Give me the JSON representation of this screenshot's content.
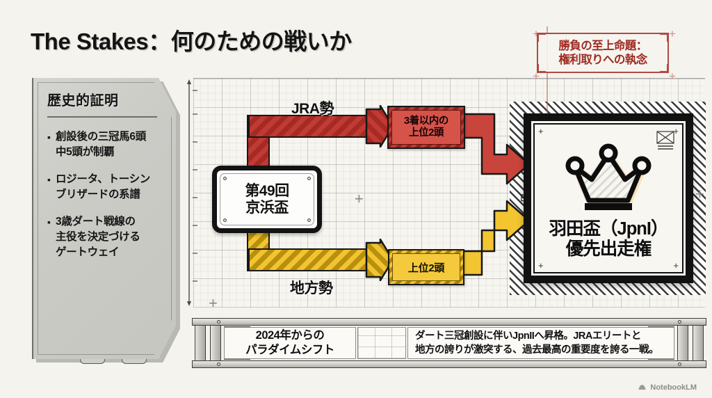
{
  "slide": {
    "title": "The Stakes：何のための戦いか",
    "background_color": "#f4f3ee"
  },
  "sidebar": {
    "heading": "歴史的証明",
    "bullet_mark": "▪",
    "bullets": [
      "創設後の三冠馬6頭\n中5頭が制覇",
      "ロジータ、トーシン\nブリザードの系譜",
      "3歳ダート戦線の\n主役を決定づける\nゲートウェイ"
    ]
  },
  "callout": {
    "line1": "勝負の至上命題：",
    "line2": "権利取りへの執念",
    "color": "#9e2b22",
    "border_color": "#b04a44"
  },
  "flow": {
    "source": {
      "line1": "第49回",
      "line2": "京浜盃"
    },
    "branches": [
      {
        "id": "jra",
        "label": "JRA勢",
        "accent": "#c13a33",
        "chip_line1": "3着以内の",
        "chip_line2": "上位2頭"
      },
      {
        "id": "chihou",
        "label": "地方勢",
        "accent": "#f2c430",
        "chip_line1": "上位2頭",
        "chip_line2": ""
      }
    ],
    "target": {
      "icon": "crown-icon",
      "line1": "羽田盃（JpnI）",
      "line2": "優先出走権"
    }
  },
  "footer_bar": {
    "left_line1": "2024年からの",
    "left_line2": "パラダイムシフト",
    "right_line1": "ダート三冠創設に伴いJpnIIへ昇格。JRAエリートと",
    "right_line2": "地方の誇りが激突する、過去最高の重要度を誇る一戦。"
  },
  "watermark": {
    "label": "NotebookLM",
    "icon": "notebooklm-icon"
  }
}
